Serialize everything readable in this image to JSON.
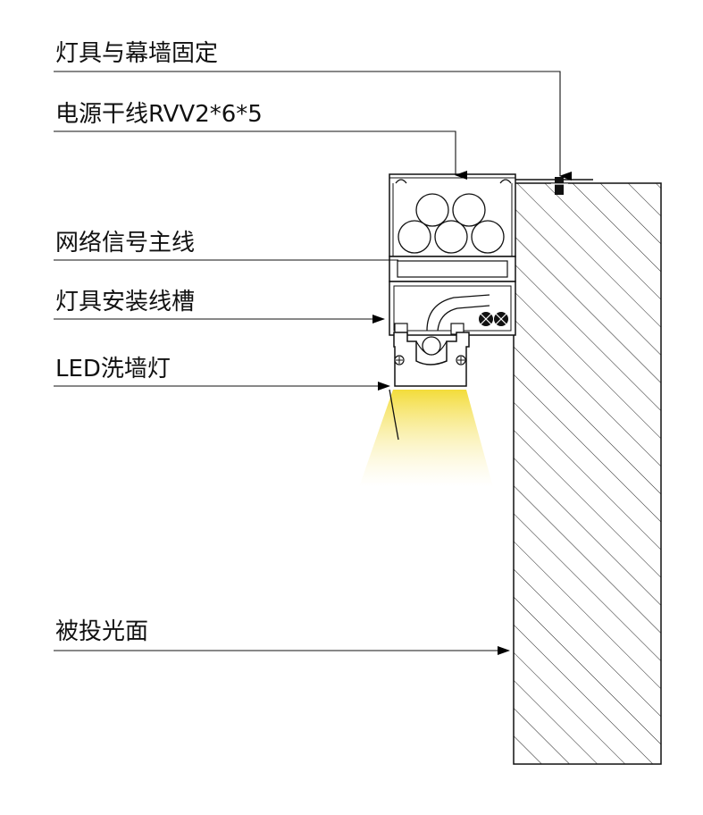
{
  "labels": {
    "fixing": "灯具与幕墙固定",
    "power": "电源干线RVV2*6*5",
    "network": "网络信号主线",
    "channel": "灯具安装线槽",
    "led": "LED洗墙灯",
    "surface": "被投光面"
  },
  "colors": {
    "line": "#111111",
    "hatch": "#222222",
    "light": "#f4e04d"
  }
}
